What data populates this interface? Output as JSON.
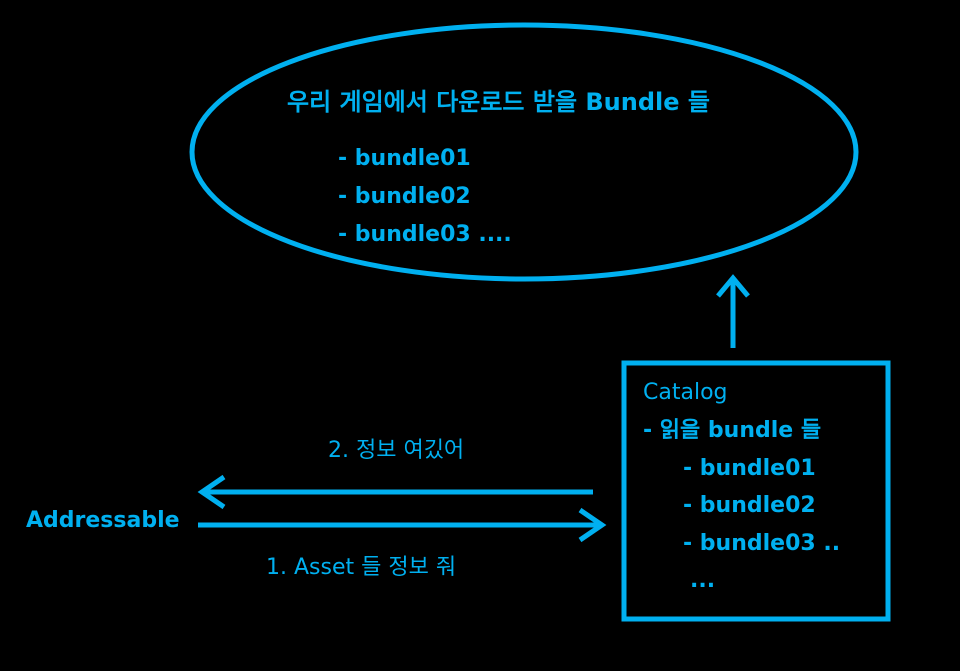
{
  "accent_color": "#00b0f0",
  "ellipse": {
    "title": "우리 게임에서 다운로드 받을 Bundle 들",
    "items": [
      "- bundle01",
      "- bundle02",
      "- bundle03 ...."
    ]
  },
  "catalog": {
    "title": "Catalog",
    "subtitle": "- 읽을 bundle 들",
    "items": [
      "- bundle01",
      "- bundle02",
      "- bundle03 .."
    ],
    "more": "..."
  },
  "addressable": "Addressable",
  "arrows": {
    "response_label": "2. 정보 여깄어",
    "request_label": "1. Asset 들 정보 줘"
  }
}
